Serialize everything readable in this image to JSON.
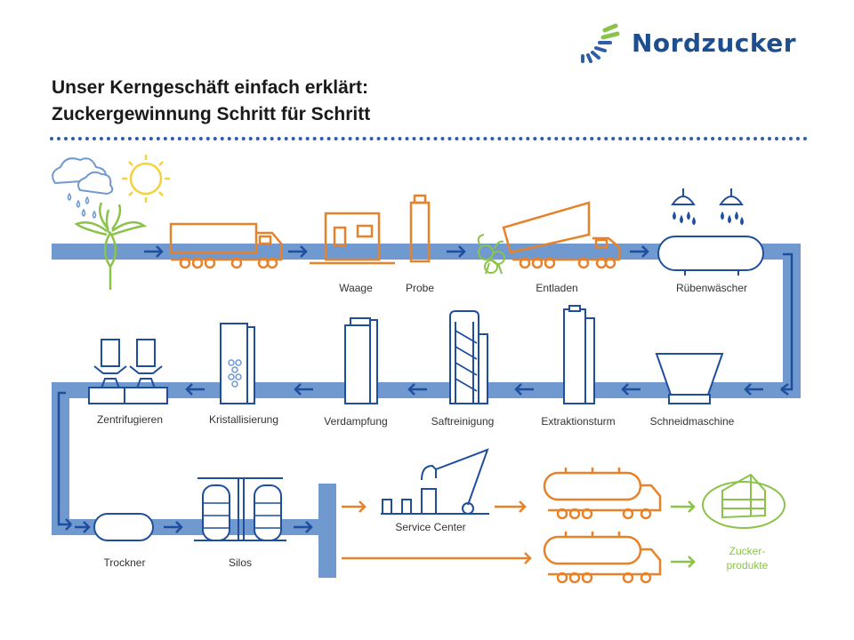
{
  "brand": {
    "name": "Nordzucker"
  },
  "title": {
    "line1": "Unser Kerngeschäft einfach erklärt:",
    "line2": "Zuckergewinnung Schritt für Schritt"
  },
  "steps": {
    "waage": "Waage",
    "probe": "Probe",
    "entladen": "Entladen",
    "ruebenwaescher": "Rübenwäscher",
    "zentrifugieren": "Zentrifugieren",
    "kristallisierung": "Kristallisierung",
    "verdampfung": "Verdampfung",
    "saftreinigung": "Saftreinigung",
    "extraktionsturm": "Extraktionsturm",
    "schneidmaschine": "Schneidmaschine",
    "trockner": "Trockner",
    "silos": "Silos",
    "service_center": "Service Center",
    "zucker_line1": "Zucker-",
    "zucker_line2": "produkte"
  },
  "colors": {
    "blue_pipe": "#6f99cf",
    "blue_dark": "#1f4e9e",
    "orange": "#e8822a",
    "green": "#8bc34a",
    "yellow": "#f3d23c"
  }
}
